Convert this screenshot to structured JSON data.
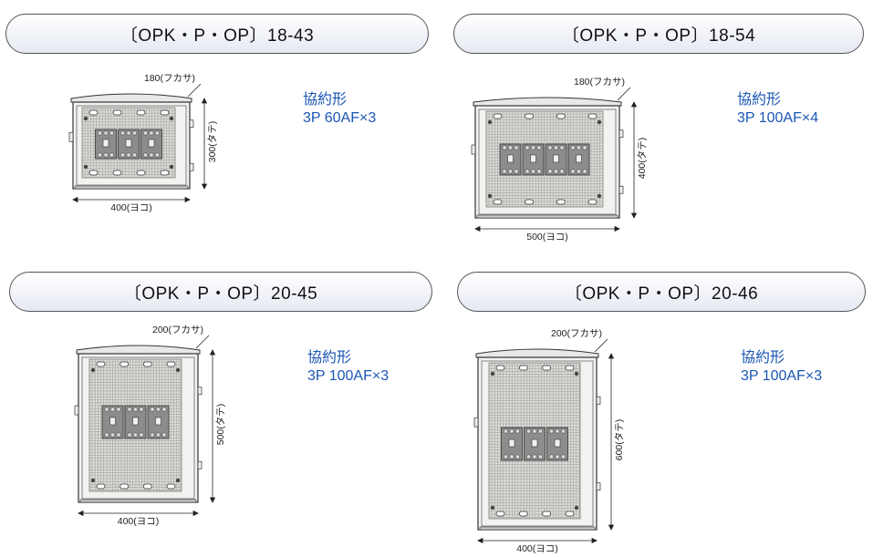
{
  "panels": [
    {
      "title": "〔OPK・P・OP〕18-43",
      "spec_heading": "協約形",
      "spec_breakers": "3P 60AF×3",
      "depth_label": "180(フカサ)",
      "height_label": "300(タテ)",
      "width_label": "400(ヨコ)",
      "breaker_count": 3
    },
    {
      "title": "〔OPK・P・OP〕18-54",
      "spec_heading": "協約形",
      "spec_breakers": "3P 100AF×4",
      "depth_label": "180(フカサ)",
      "height_label": "400(タテ)",
      "width_label": "500(ヨコ)",
      "breaker_count": 4
    },
    {
      "title": "〔OPK・P・OP〕20-45",
      "spec_heading": "協約形",
      "spec_breakers": "3P 100AF×3",
      "depth_label": "200(フカサ)",
      "height_label": "500(タテ)",
      "width_label": "400(ヨコ)",
      "breaker_count": 3
    },
    {
      "title": "〔OPK・P・OP〕20-46",
      "spec_heading": "協約形",
      "spec_breakers": "3P 100AF×3",
      "depth_label": "200(フカサ)",
      "height_label": "600(タテ)",
      "width_label": "400(ヨコ)",
      "breaker_count": 3
    }
  ],
  "colors": {
    "spec_text": "#1a56b4",
    "enclosure_fill": "#f2f2f0",
    "grid_fill": "#dcdcd8",
    "breaker_fill": "#8c8c8c"
  }
}
